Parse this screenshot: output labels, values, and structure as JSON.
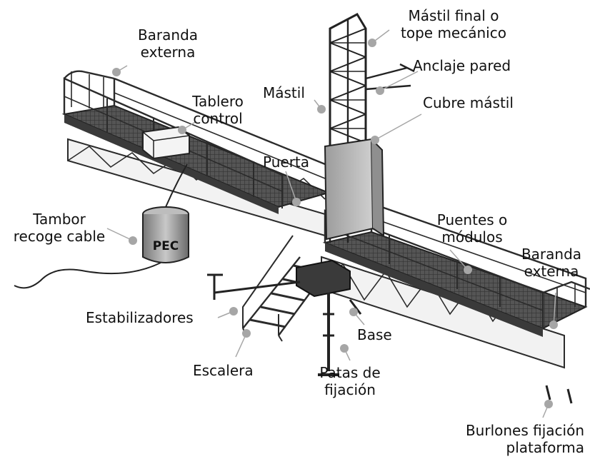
{
  "labels": {
    "baranda_externa_left": [
      "Baranda",
      "externa"
    ],
    "tablero_control": [
      "Tablero",
      "control"
    ],
    "mastil": "Mástil",
    "mastil_final": [
      "Mástil final o",
      "tope mecánico"
    ],
    "anclaje_pared": "Anclaje pared",
    "cubre_mastil": "Cubre mástil",
    "puerta": "Puerta",
    "tambor": [
      "Tambor",
      "recoge cable"
    ],
    "drum_marking": "PEC",
    "puentes": [
      "Puentes o",
      "módulos"
    ],
    "baranda_externa_right": [
      "Baranda",
      "externa"
    ],
    "estabilizadores": "Estabilizadores",
    "base": "Base",
    "escalera": "Escalera",
    "patas": [
      "Patas de",
      "fijación"
    ],
    "burlones": [
      "Burlones fijación",
      "plataforma"
    ]
  },
  "colors": {
    "label_text": "#111111",
    "leader_dot": "#a6a6a6",
    "steel": "#2b2b2b",
    "deck": "#4a4a4a",
    "mast_cover": "#b8b8b8",
    "drum": "#9a9a9a"
  }
}
